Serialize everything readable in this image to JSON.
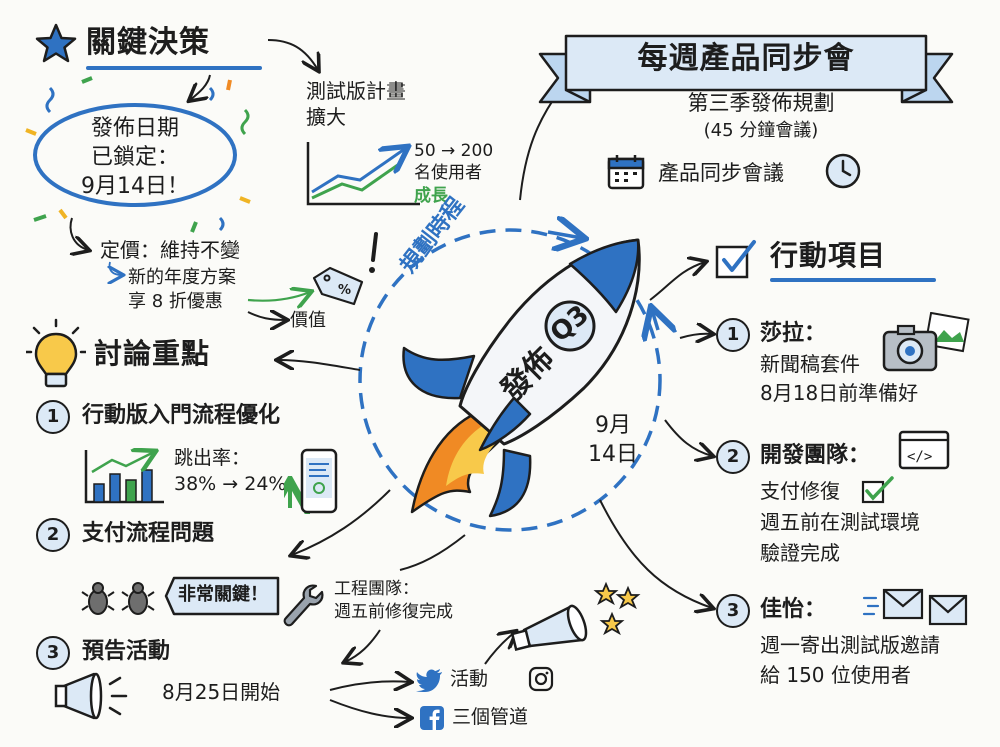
{
  "colors": {
    "blue": "#2f72c2",
    "light_blue": "#dce9f6",
    "green": "#3fa34d",
    "ink": "#1d1d1d",
    "flame": "#f08a24"
  },
  "key_decisions": {
    "title": "關鍵決策",
    "launch_date_lines": [
      "發佈日期",
      "已鎖定：",
      "9月14日！"
    ],
    "pricing": "定價：維持不變",
    "annual_plan_lines": [
      "新的年度方案",
      "享 8 折優惠"
    ],
    "value": "價值",
    "beta_title_lines": [
      "測試版計畫",
      "擴大"
    ],
    "beta_users_lines": [
      "50 → 200",
      "名使用者"
    ],
    "growth": "成長"
  },
  "meeting": {
    "banner": "每週產品同步會",
    "subtitle": "第三季發佈規劃",
    "duration": "(45 分鐘會議)",
    "meeting_name": "產品同步會議"
  },
  "center": {
    "timeline_label": "規劃時程",
    "badge": "Q3",
    "launch": "發佈",
    "date_lines": [
      "9月",
      "14日"
    ]
  },
  "discussion": {
    "title": "討論重點",
    "items": [
      {
        "num": "1",
        "title": "行動版入門流程優化",
        "detail_lines": [
          "跳出率：",
          "38% → 24%"
        ]
      },
      {
        "num": "2",
        "title": "支付流程問題",
        "tag": "非常關鍵！",
        "team_lines": [
          "工程團隊：",
          "週五前修復完成"
        ]
      },
      {
        "num": "3",
        "title": "預告活動",
        "detail": "8月25日開始",
        "campaign": "活動",
        "channels": "三個管道"
      }
    ]
  },
  "actions": {
    "title": "行動項目",
    "items": [
      {
        "num": "1",
        "owner": "莎拉：",
        "lines": [
          "新聞稿套件",
          "8月18日前準備好"
        ]
      },
      {
        "num": "2",
        "owner": "開發團隊：",
        "lines": [
          "支付修復",
          "週五前在測試環境",
          "驗證完成"
        ]
      },
      {
        "num": "3",
        "owner": "佳怡：",
        "lines": [
          "週一寄出測試版邀請",
          "給 150 位使用者"
        ]
      }
    ]
  }
}
